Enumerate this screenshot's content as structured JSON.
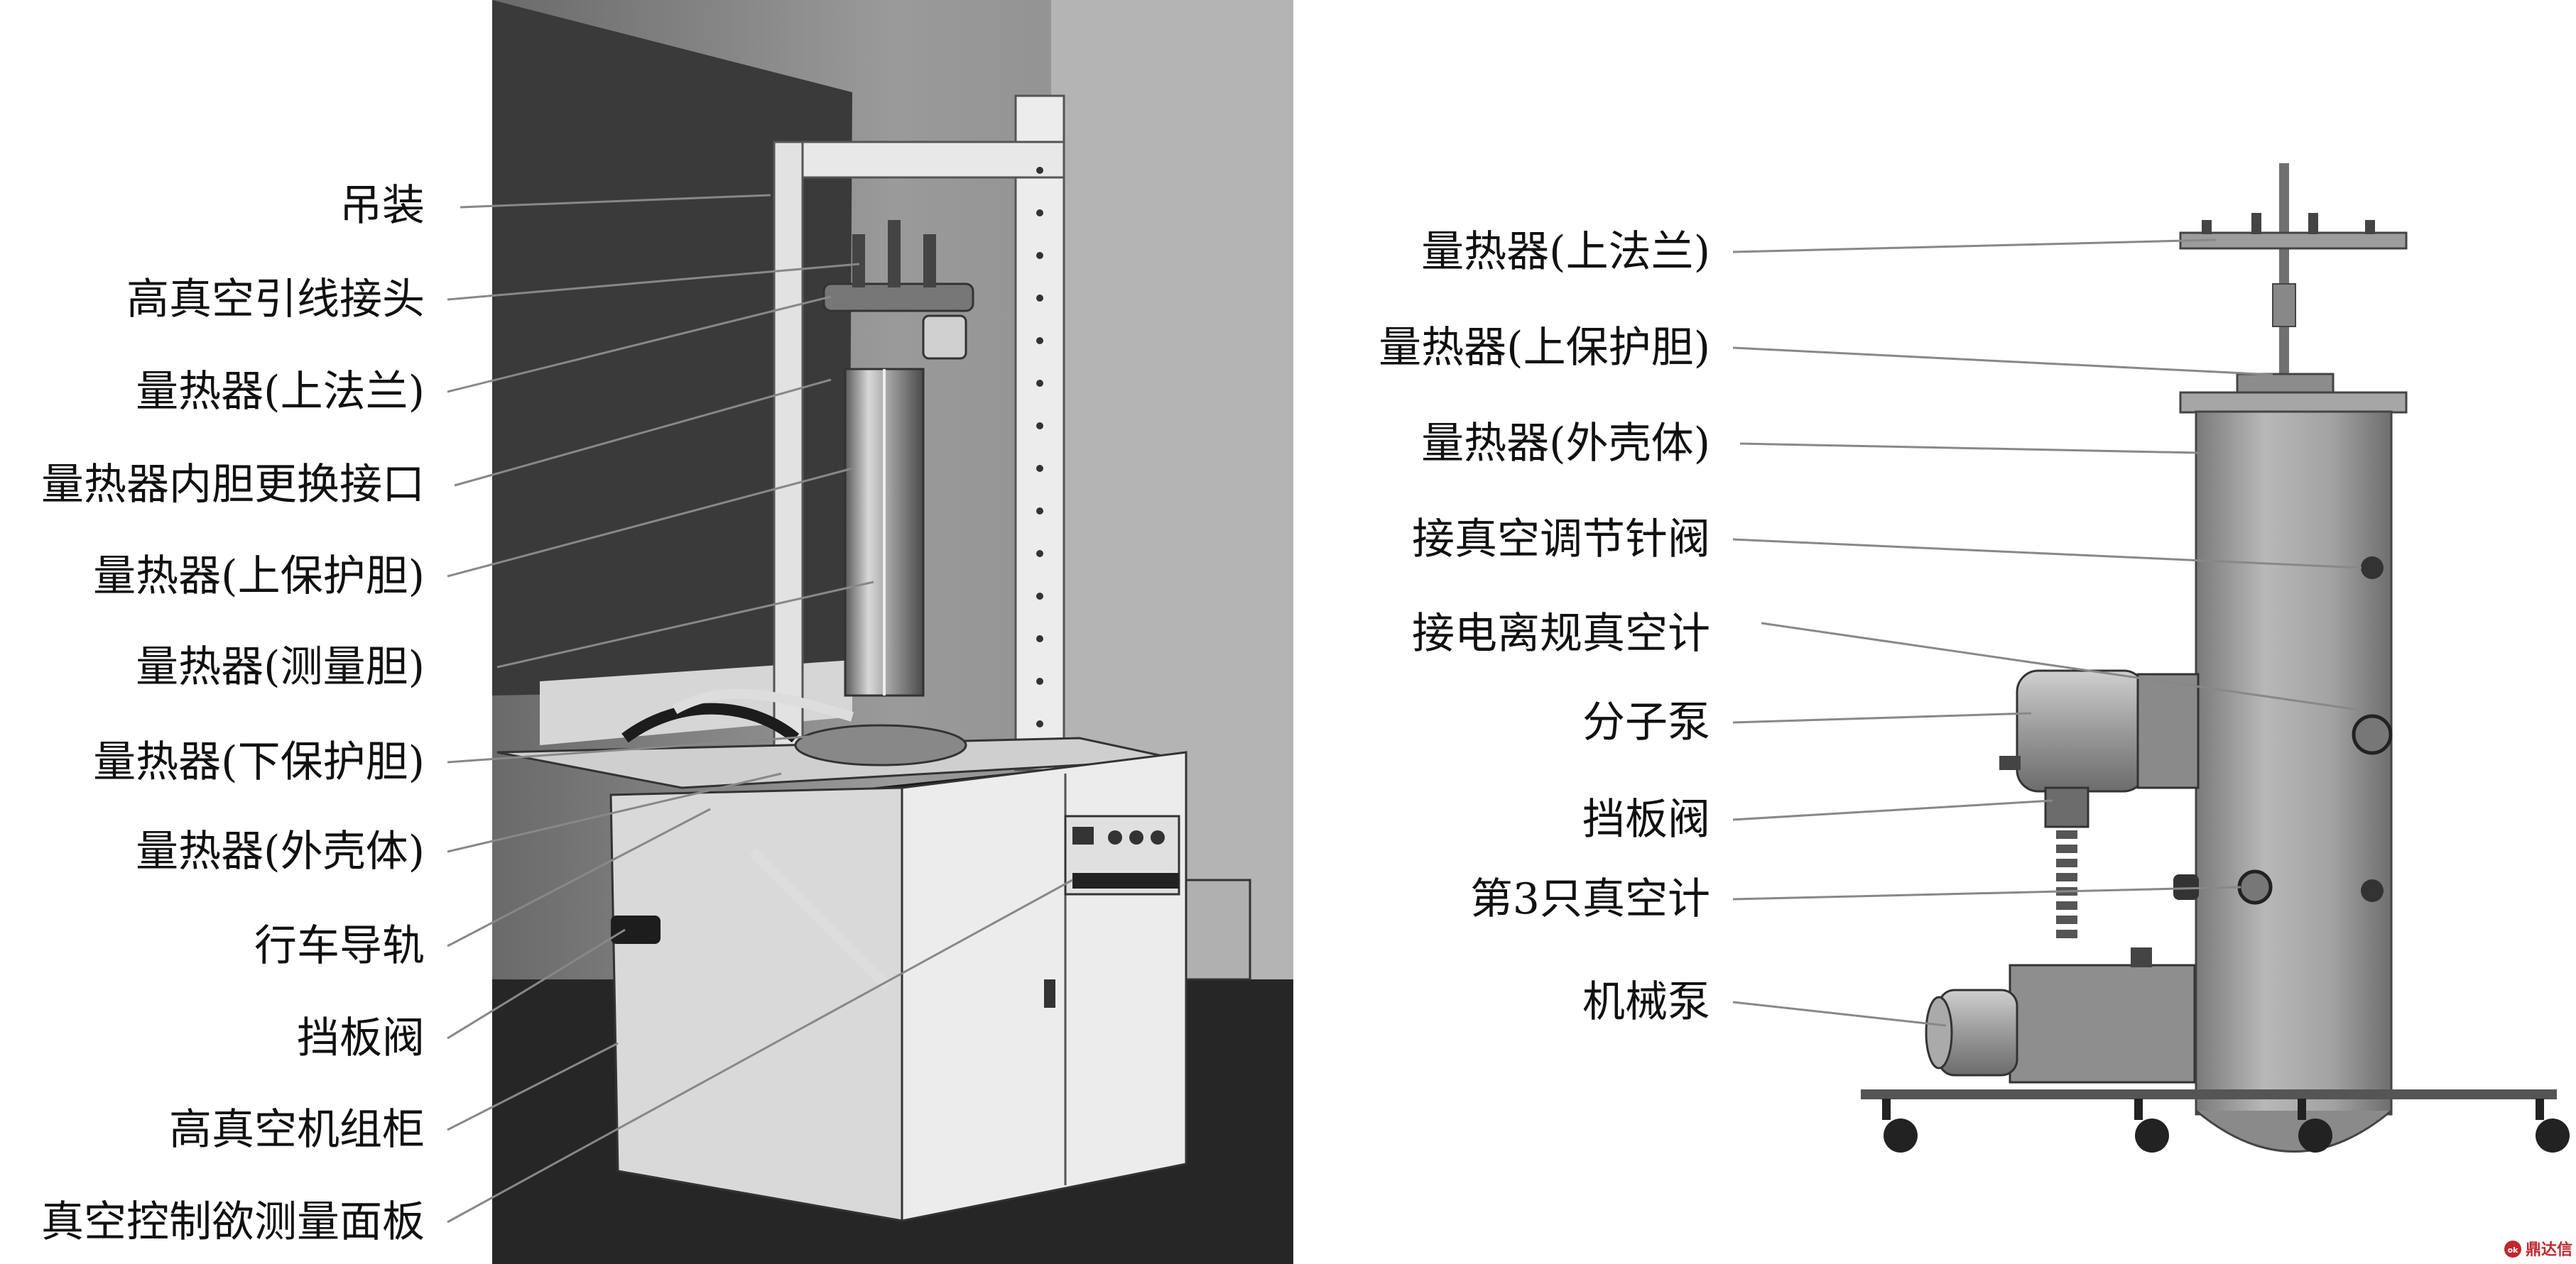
{
  "left_labels": [
    "吊装",
    "高真空引线接头",
    "量热器(上法兰)",
    "量热器内胆更换接口",
    "量热器(上保护胆)",
    "量热器(测量胆)",
    "量热器(下保护胆)",
    "量热器(外壳体)",
    "行车导轨",
    "挡板阀",
    "高真空机组柜",
    "真空控制欲测量面板"
  ],
  "right_labels": [
    "量热器(上法兰)",
    "量热器(上保护胆)",
    "量热器(外壳体)",
    "接真空调节针阀",
    "接电离规真空计",
    "分子泵",
    "挡板阀",
    "第3只真空计",
    "机械泵"
  ],
  "watermark": {
    "badge": "ok",
    "text": "鼎达信"
  },
  "colors": {
    "photo_dark": "#2a2a2a",
    "photo_wall": "#8c8c8c",
    "cabinet": "#e6e6e6",
    "cad_body": "#9a9a9a",
    "leader": "#888888",
    "watermark": "#c0282d"
  }
}
